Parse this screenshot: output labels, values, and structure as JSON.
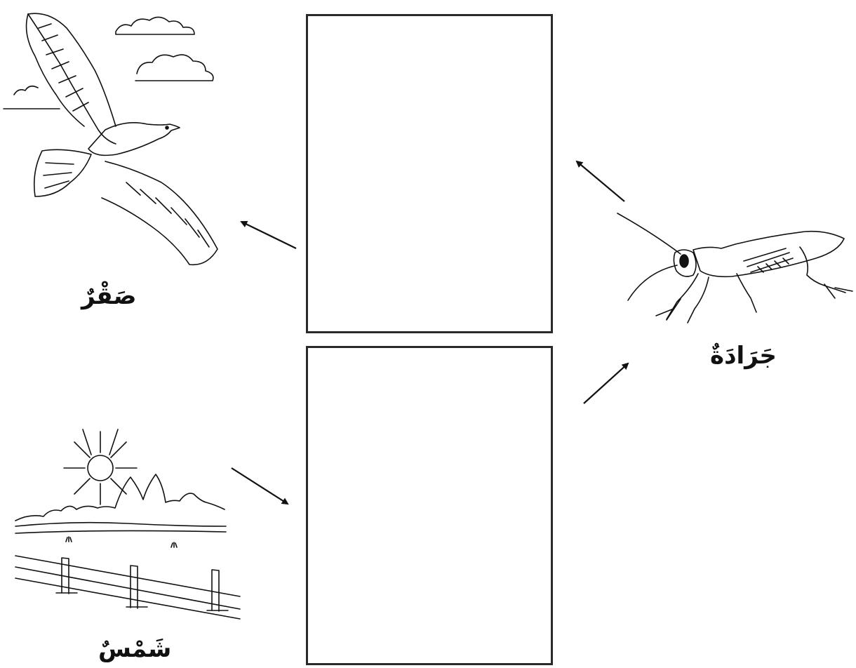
{
  "words": {
    "falcon": "صَقْرٌ",
    "locust": "جَرَادَةٌ",
    "sun": "شَمْسٌ"
  },
  "icons": {
    "falcon": "falcon-illustration",
    "locust": "locust-illustration",
    "sun": "sun-landscape-illustration"
  },
  "colors": {
    "ink": "#111111",
    "frame": "#2a2a2a",
    "background": "#ffffff"
  }
}
